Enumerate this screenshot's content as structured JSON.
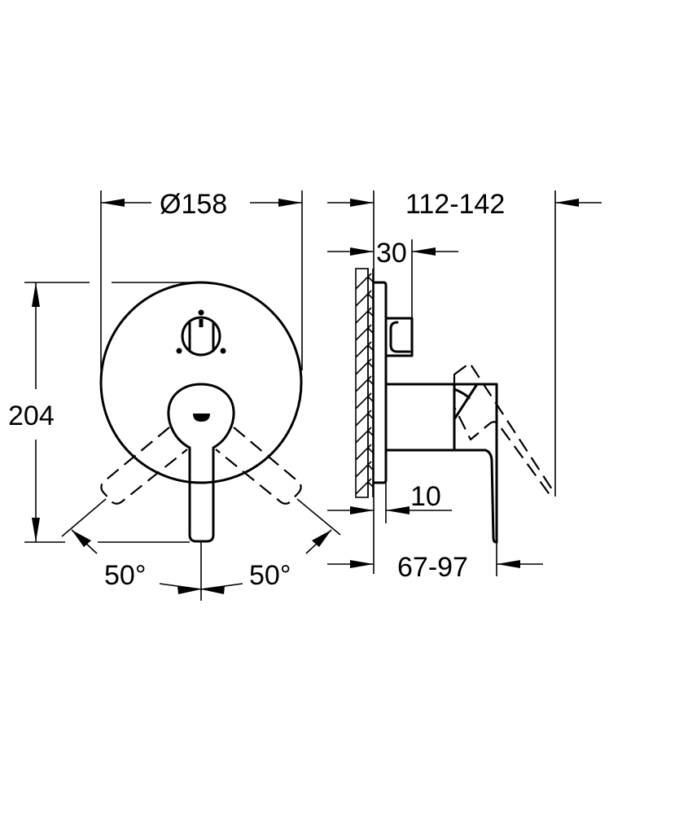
{
  "drawing": {
    "title": "Concealed mixer trim - technical dimension drawing",
    "colors": {
      "line": "#000000",
      "background": "#ffffff"
    },
    "front_view": {
      "dimensions": {
        "diameter": "Ø158",
        "height": "204",
        "angle_left": "50°",
        "angle_right": "50°"
      }
    },
    "side_view": {
      "dimensions": {
        "overall_depth": "112-142",
        "diverter_depth": "30",
        "plate_offset": "10",
        "handle_depth": "67-97"
      }
    }
  }
}
